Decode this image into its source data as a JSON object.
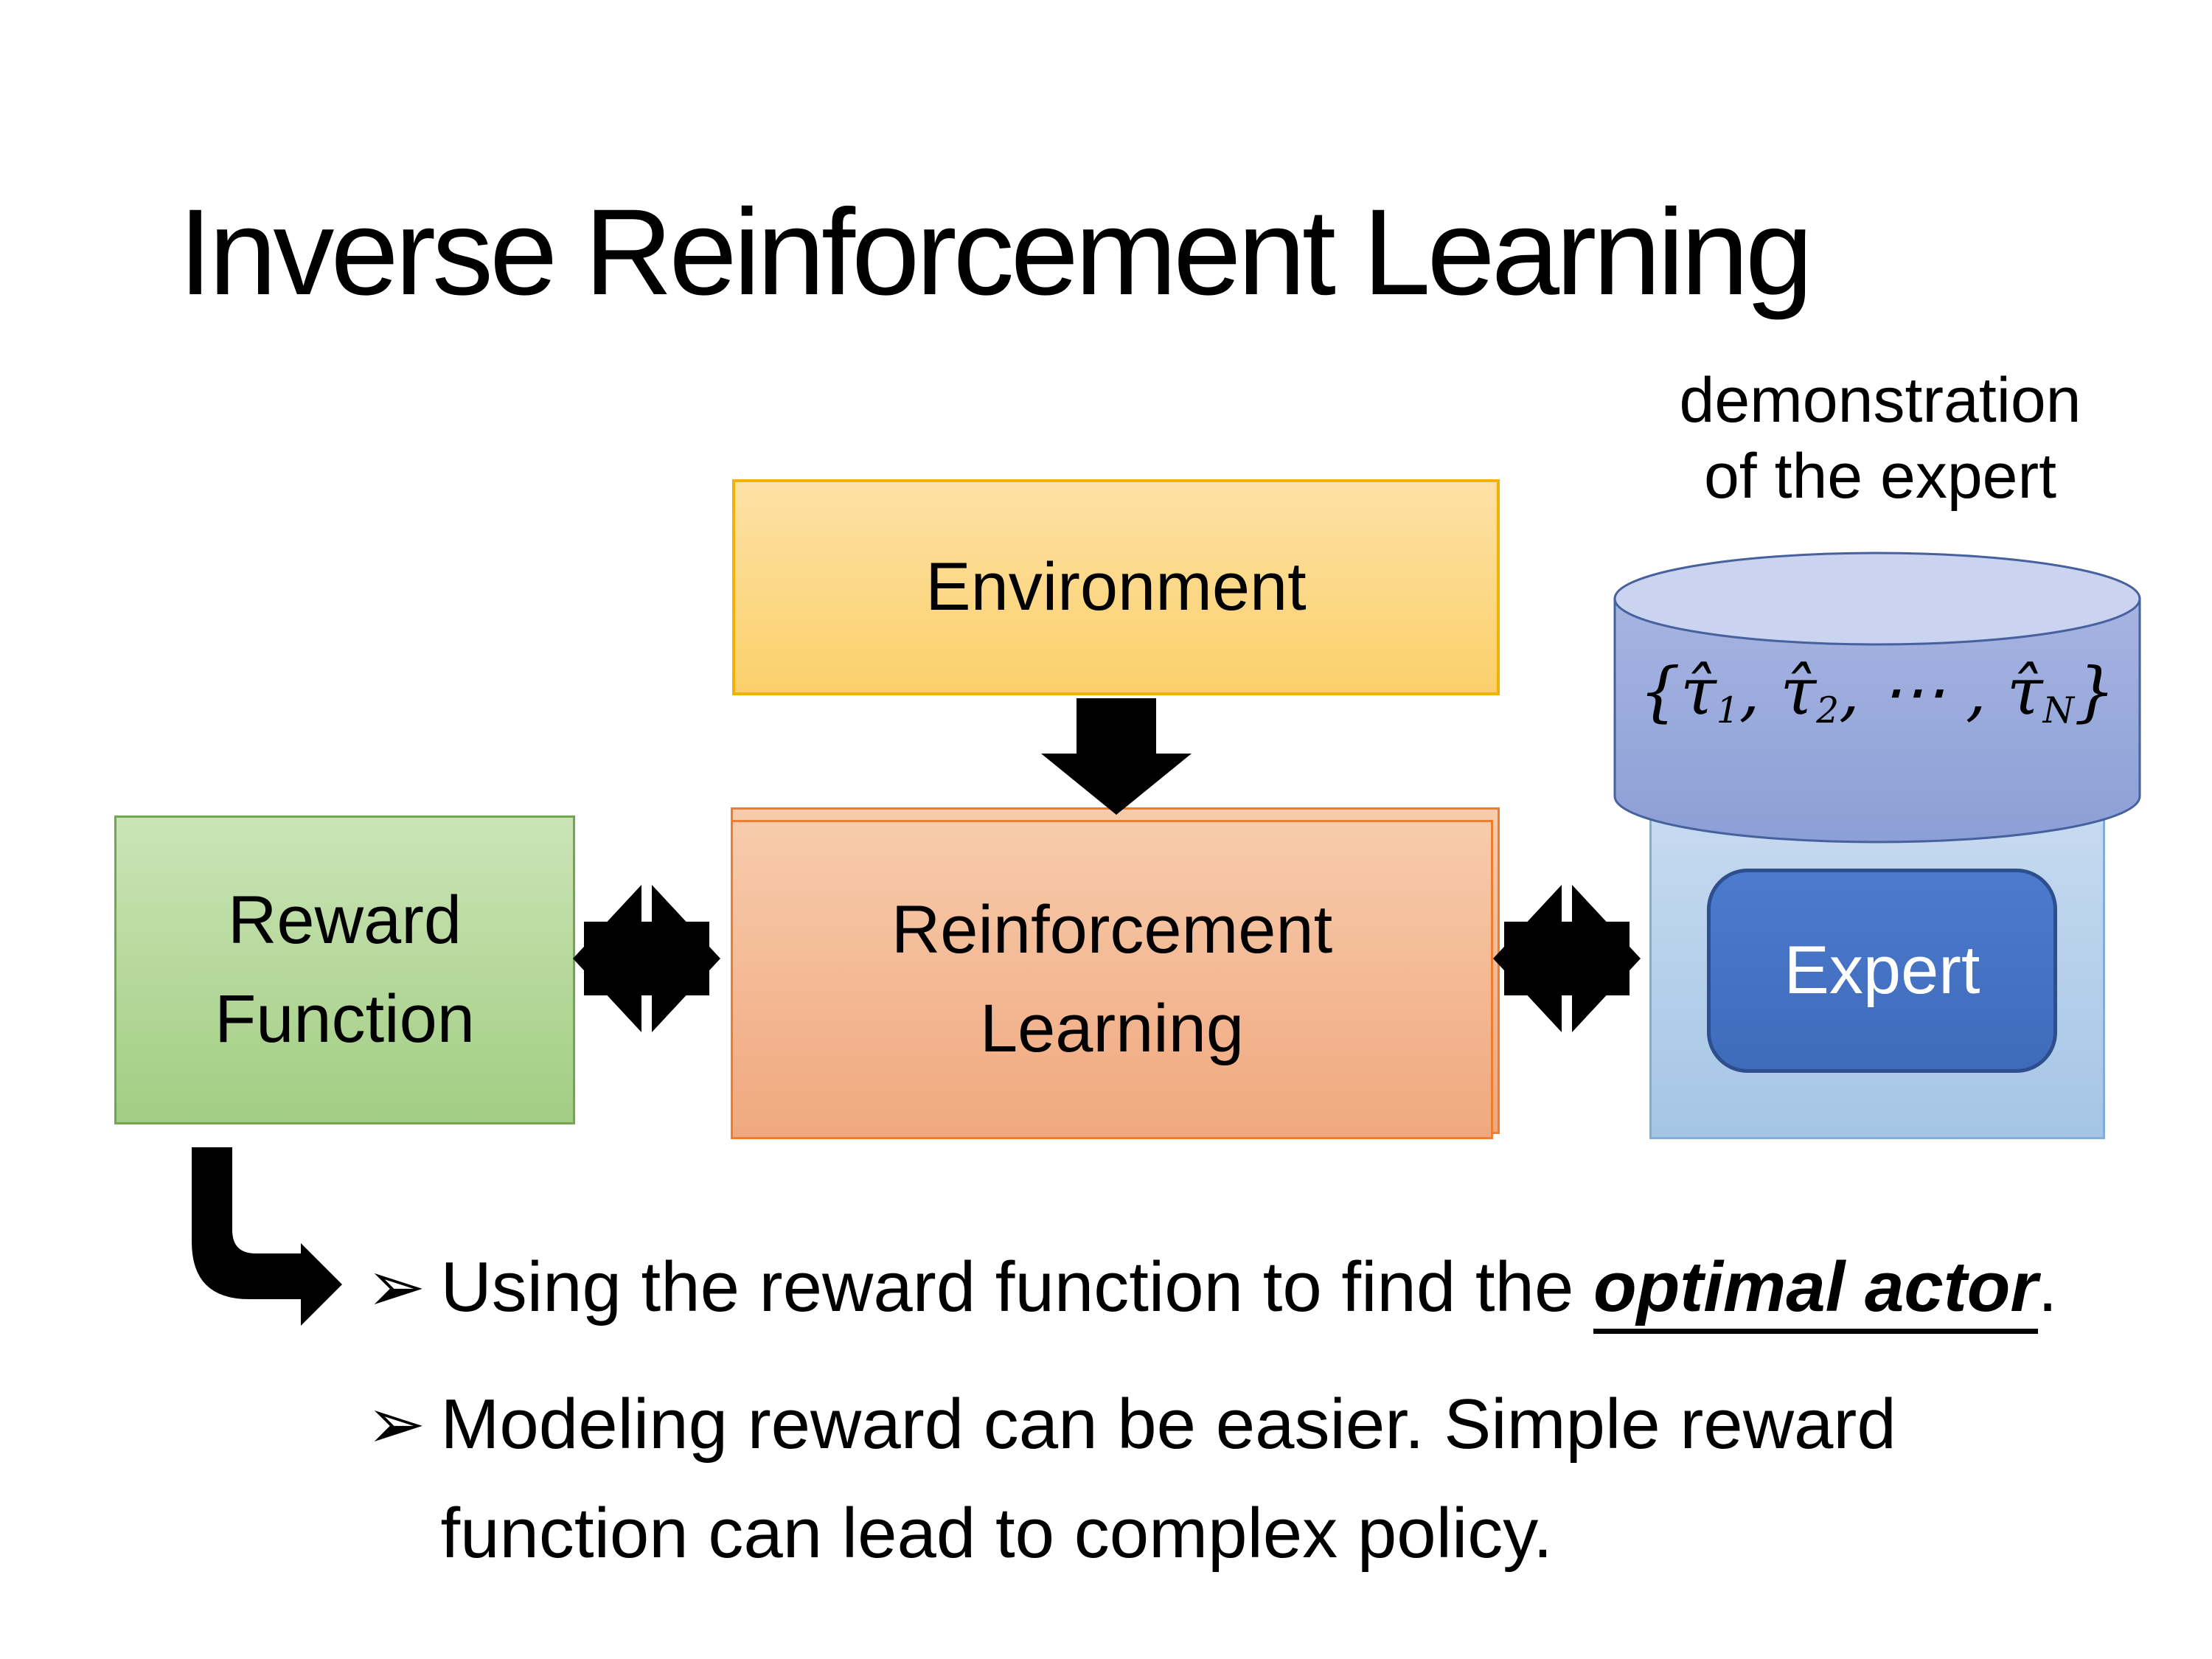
{
  "slide": {
    "title": "Inverse Reinforcement Learning"
  },
  "demo_label": {
    "line1": "demonstration",
    "line2": "of the expert"
  },
  "boxes": {
    "environment": {
      "label": "Environment"
    },
    "reward": {
      "line1": "Reward",
      "line2": "Function"
    },
    "rl": {
      "line1": "Reinforcement",
      "line2": "Learning"
    },
    "expert": {
      "label": "Expert"
    }
  },
  "trajectory_formula": {
    "parts": [
      {
        "t": "{"
      },
      {
        "t": "τ̂"
      },
      {
        "t": "1",
        "s": true
      },
      {
        "t": ", "
      },
      {
        "t": "τ̂"
      },
      {
        "t": "2",
        "s": true
      },
      {
        "t": ", ⋯ , "
      },
      {
        "t": "τ̂"
      },
      {
        "t": "N",
        "s": true
      },
      {
        "t": "}"
      }
    ]
  },
  "bullets": {
    "marker": "➢",
    "item1": {
      "pre": "Using the reward function to find the ",
      "emphasis": "optimal actor",
      "post": "."
    },
    "item2": {
      "line1": "Modeling reward can be easier. Simple reward",
      "line2": "function can lead to complex policy."
    }
  },
  "colors": {
    "environment_fill_top": "#FDE1A6",
    "environment_fill_bottom": "#FBD06B",
    "environment_border": "#F2B200",
    "reward_fill_top": "#CBE4B6",
    "reward_fill_bottom": "#A2CD83",
    "reward_border": "#6FA84F",
    "rl_fill_top": "#F7CBAC",
    "rl_fill_bottom": "#F0A87E",
    "rl_border": "#ED7D31",
    "expert_container_fill": "#B8D2EC",
    "expert_container_border": "#84ACD8",
    "expert_button_fill": "#4472C4",
    "expert_button_border": "#2D4F8E",
    "cylinder_body": "#93A5D8",
    "cylinder_top": "#CAD4F1",
    "cylinder_border": "#46619E",
    "arrow": "#000000",
    "text": "#000000"
  }
}
